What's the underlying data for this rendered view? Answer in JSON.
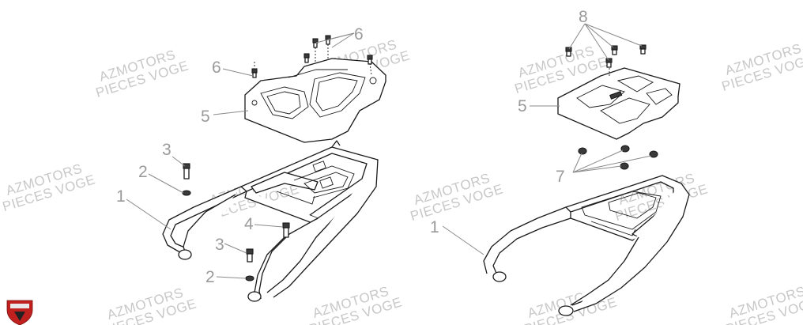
{
  "watermark": {
    "line1": "AZMOTORS",
    "line2": "PIECES VOGE"
  },
  "callouts": {
    "left": {
      "frame": "1",
      "washer_upper": "2",
      "bolt_upper": "3",
      "bolt_lower_label": "4",
      "bolt_lower": "3",
      "washer_lower": "2",
      "plate": "5",
      "screw_single": "6",
      "screws_group": "6"
    },
    "right": {
      "frame": "1",
      "plate": "5",
      "nuts": "7",
      "screws": "8"
    }
  },
  "logo": {
    "name": "shield-logo-icon",
    "color": "#c0201e"
  },
  "colors": {
    "lines": "#1a1a1a",
    "callout": "#9a9a9a",
    "watermark": "#c8c8c8"
  }
}
